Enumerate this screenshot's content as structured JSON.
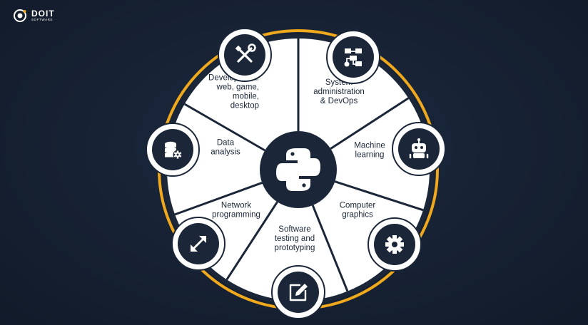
{
  "brand": {
    "name": "DOIT",
    "subtitle": "SOFTWARE"
  },
  "center": {
    "icon": "python-logo-icon"
  },
  "segments": [
    {
      "lines": [
        "Development:",
        "web, game,",
        "mobile,",
        "desktop"
      ],
      "icon": "tools-icon"
    },
    {
      "lines": [
        "System",
        "administration",
        "& DevOps"
      ],
      "icon": "flowchart-icon"
    },
    {
      "lines": [
        "Machine",
        "learning"
      ],
      "icon": "robot-icon"
    },
    {
      "lines": [
        "Computer",
        "graphics"
      ],
      "icon": "gear-icon"
    },
    {
      "lines": [
        "Software",
        "testing and",
        "prototyping"
      ],
      "icon": "edit-icon"
    },
    {
      "lines": [
        "Network",
        "programming"
      ],
      "icon": "expand-arrows-icon"
    },
    {
      "lines": [
        "Data",
        "analysis"
      ],
      "icon": "database-settings-icon"
    }
  ],
  "colors": {
    "background": "#162133",
    "ring": "#f0a81c",
    "hub": "#1b2738",
    "wheel": "#ffffff"
  }
}
